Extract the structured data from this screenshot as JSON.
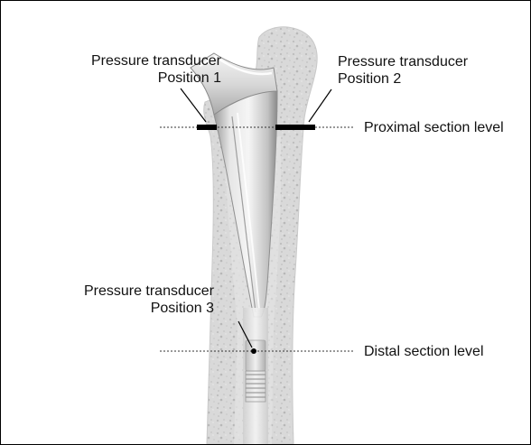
{
  "figure": {
    "labels": {
      "transducer_1": {
        "line1": "Pressure transducer",
        "line2": "Position 1"
      },
      "transducer_2": {
        "line1": "Pressure transducer",
        "line2": "Position 2"
      },
      "transducer_3": {
        "line1": "Pressure transducer",
        "line2": "Position 3"
      },
      "proximal_level": "Proximal section level",
      "distal_level": "Distal section level"
    },
    "colors": {
      "bone": "#d9d9d9",
      "bone_speckle": "#bdbdbd",
      "implant_light": "#f2f2f2",
      "implant_mid": "#c8c8c8",
      "implant_dark": "#8c8c8c",
      "marker": "#000000",
      "text": "#111111"
    }
  }
}
